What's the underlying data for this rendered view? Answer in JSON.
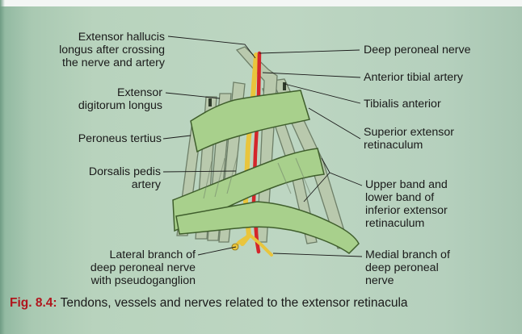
{
  "labels": {
    "extensor_hallucis_longus": "Extensor hallucis\nlongus after crossing\nthe nerve and artery",
    "extensor_digitorum_longus": "Extensor\ndigitorum longus",
    "peroneus_tertius": "Peroneus tertius",
    "dorsalis_pedis_artery": "Dorsalis pedis\nartery",
    "lateral_branch": "Lateral branch of\ndeep peroneal nerve\nwith pseudoganglion",
    "deep_peroneal_nerve": "Deep peroneal nerve",
    "anterior_tibial_artery": "Anterior tibial artery",
    "tibialis_anterior": "Tibialis anterior",
    "superior_extensor_retinaculum": "Superior extensor\nretinaculum",
    "inferior_extensor_retinaculum": "Upper band and\nlower band of\ninferior extensor\nretinaculum",
    "medial_branch": "Medial branch of\ndeep peroneal\nnerve"
  },
  "caption": {
    "figure_number": "Fig. 8.4:",
    "text": " Tendons, vessels and nerves related to the extensor retinacula"
  },
  "colors": {
    "tendon": "#b9c9ad",
    "tendon_edge": "#6e7f68",
    "retinaculum": "#a8d08c",
    "retinaculum_edge": "#3f5e2c",
    "artery": "#d4262b",
    "nerve": "#e9c53c",
    "background": "#bdd6c2",
    "caption_figure": "#b0161d"
  }
}
